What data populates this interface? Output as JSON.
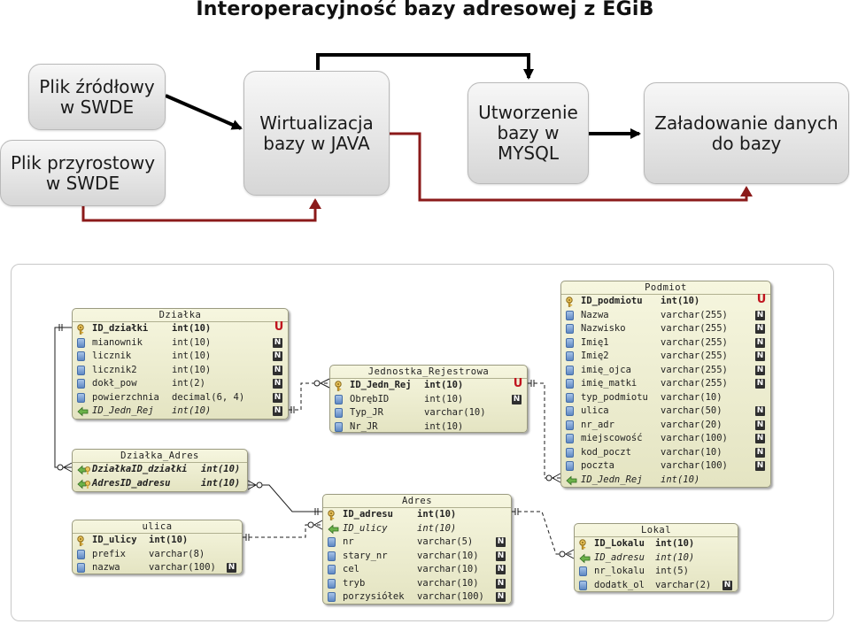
{
  "title": "Interoperacyjność bazy adresowej z EGiB",
  "flow": {
    "source_file": "Plik źródłowy\nw SWDE",
    "incremental_file": "Plik przyrostowy\nw SWDE",
    "virtualization": "Wirtualizacja\nbazy w JAVA",
    "create_db": "Utworzenie\nbazy w\nMYSQL",
    "load_data": "Załadowanie danych\ndo bazy"
  },
  "colors": {
    "arrow_black": "#000000",
    "arrow_red": "#8b1a1a",
    "badge_u": "#c0141e"
  },
  "tables": {
    "dzialka": {
      "name": "Działka",
      "fields": [
        {
          "name": "ID_działki",
          "type": "int(10)",
          "kind": "pk",
          "badge": "U"
        },
        {
          "name": "mianownik",
          "type": "int(10)",
          "kind": "col",
          "badge": "N"
        },
        {
          "name": "licznik",
          "type": "int(10)",
          "kind": "col",
          "badge": "N"
        },
        {
          "name": "licznik2",
          "type": "int(10)",
          "kind": "col",
          "badge": "N"
        },
        {
          "name": "dokł_pow",
          "type": "int(2)",
          "kind": "col",
          "badge": "N"
        },
        {
          "name": "powierzchnia",
          "type": "decimal(6, 4)",
          "kind": "col",
          "badge": "N"
        },
        {
          "name": "ID_Jedn_Rej",
          "type": "int(10)",
          "kind": "fk",
          "badge": "N"
        }
      ]
    },
    "dzialka_adres": {
      "name": "Działka_Adres",
      "fields": [
        {
          "name": "DziałkaID_działki",
          "type": "int(10)",
          "kind": "pkfk",
          "badge": ""
        },
        {
          "name": "AdresID_adresu",
          "type": "int(10)",
          "kind": "pkfk",
          "badge": ""
        }
      ]
    },
    "ulica": {
      "name": "ulica",
      "fields": [
        {
          "name": "ID_ulicy",
          "type": "int(10)",
          "kind": "pk",
          "badge": ""
        },
        {
          "name": "prefix",
          "type": "varchar(8)",
          "kind": "col",
          "badge": ""
        },
        {
          "name": "nazwa",
          "type": "varchar(100)",
          "kind": "col",
          "badge": "N"
        }
      ]
    },
    "jednostka": {
      "name": "Jednostka_Rejestrowa",
      "fields": [
        {
          "name": "ID_Jedn_Rej",
          "type": "int(10)",
          "kind": "pk",
          "badge": "U"
        },
        {
          "name": "ObrębID",
          "type": "int(10)",
          "kind": "col",
          "badge": "N"
        },
        {
          "name": "Typ_JR",
          "type": "varchar(10)",
          "kind": "col",
          "badge": ""
        },
        {
          "name": "Nr_JR",
          "type": "int(10)",
          "kind": "col",
          "badge": ""
        }
      ]
    },
    "adres": {
      "name": "Adres",
      "fields": [
        {
          "name": "ID_adresu",
          "type": "int(10)",
          "kind": "pk",
          "badge": ""
        },
        {
          "name": "ID_ulicy",
          "type": "int(10)",
          "kind": "fk",
          "badge": ""
        },
        {
          "name": "nr",
          "type": "varchar(5)",
          "kind": "col",
          "badge": "N"
        },
        {
          "name": "stary_nr",
          "type": "varchar(10)",
          "kind": "col",
          "badge": "N"
        },
        {
          "name": "cel",
          "type": "varchar(10)",
          "kind": "col",
          "badge": "N"
        },
        {
          "name": "tryb",
          "type": "varchar(10)",
          "kind": "col",
          "badge": "N"
        },
        {
          "name": "porzysiółek",
          "type": "varchar(100)",
          "kind": "col",
          "badge": "N"
        }
      ]
    },
    "podmiot": {
      "name": "Podmiot",
      "fields": [
        {
          "name": "ID_podmiotu",
          "type": "int(10)",
          "kind": "pk",
          "badge": "U"
        },
        {
          "name": "Nazwa",
          "type": "varchar(255)",
          "kind": "col",
          "badge": "N"
        },
        {
          "name": "Nazwisko",
          "type": "varchar(255)",
          "kind": "col",
          "badge": "N"
        },
        {
          "name": "Imię1",
          "type": "varchar(255)",
          "kind": "col",
          "badge": "N"
        },
        {
          "name": "Imię2",
          "type": "varchar(255)",
          "kind": "col",
          "badge": "N"
        },
        {
          "name": "imię_ojca",
          "type": "varchar(255)",
          "kind": "col",
          "badge": "N"
        },
        {
          "name": "imię_matki",
          "type": "varchar(255)",
          "kind": "col",
          "badge": "N"
        },
        {
          "name": "typ_podmiotu",
          "type": "varchar(10)",
          "kind": "col",
          "badge": ""
        },
        {
          "name": "ulica",
          "type": "varchar(50)",
          "kind": "col",
          "badge": "N"
        },
        {
          "name": "nr_adr",
          "type": "varchar(20)",
          "kind": "col",
          "badge": "N"
        },
        {
          "name": "miejscowość",
          "type": "varchar(100)",
          "kind": "col",
          "badge": "N"
        },
        {
          "name": "kod_poczt",
          "type": "varchar(10)",
          "kind": "col",
          "badge": "N"
        },
        {
          "name": "poczta",
          "type": "varchar(100)",
          "kind": "col",
          "badge": "N"
        },
        {
          "name": "ID_Jedn_Rej",
          "type": "int(10)",
          "kind": "fk",
          "badge": ""
        }
      ]
    },
    "lokal": {
      "name": "Lokal",
      "fields": [
        {
          "name": "ID_Lokalu",
          "type": "int(10)",
          "kind": "pk",
          "badge": ""
        },
        {
          "name": "ID_adresu",
          "type": "int(10)",
          "kind": "fk",
          "badge": ""
        },
        {
          "name": "nr_lokalu",
          "type": "int(5)",
          "kind": "col",
          "badge": ""
        },
        {
          "name": "dodatk_ol",
          "type": "varchar(2)",
          "kind": "col",
          "badge": "N"
        }
      ]
    }
  }
}
